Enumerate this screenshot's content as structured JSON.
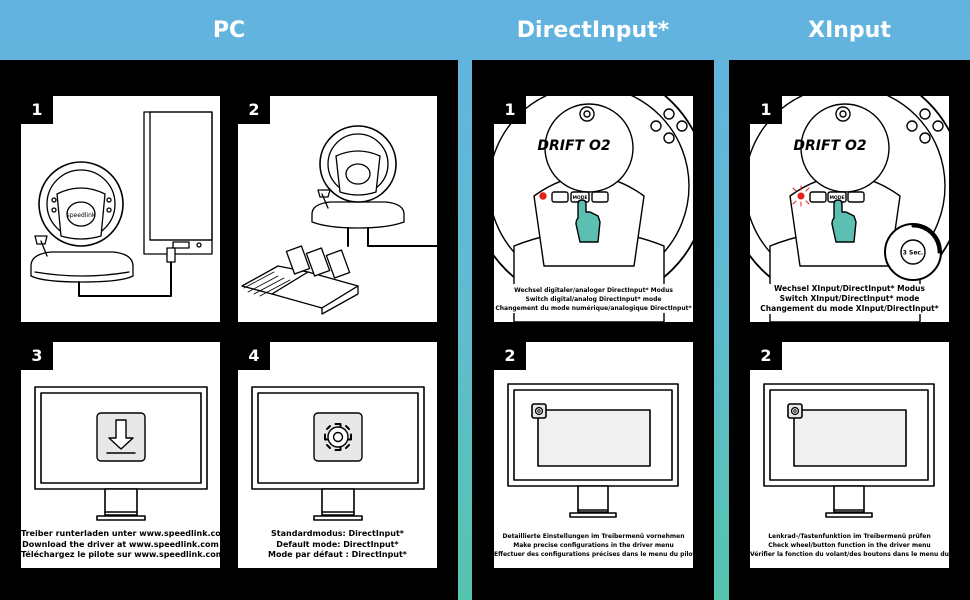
{
  "headers": {
    "pc": "PC",
    "directinput": "DirectInput*",
    "xinput": "XInput"
  },
  "pc": {
    "steps": [
      {
        "number": "1"
      },
      {
        "number": "2"
      },
      {
        "number": "3",
        "lines": [
          "Treiber runterladen unter www.speedlink.com",
          "Download the driver at www.speedlink.com",
          "Téléchargez le pilote sur www.speedlink.com"
        ]
      },
      {
        "number": "4",
        "lines": [
          "Standardmodus: DirectInput*",
          "Default mode: DirectInput*",
          "Mode par défaut : DirectInput*"
        ]
      }
    ]
  },
  "directinput": {
    "steps": [
      {
        "number": "1",
        "lines": [
          "Wechsel digitaler/analoger DirectInput* Modus",
          "Switch digital/analog DirectInput* mode",
          "Changement du mode numérique/analogique DirectInput*"
        ]
      },
      {
        "number": "2",
        "lines": [
          "Detaillierte Einstellungen im Treibermenü vornehmen",
          "Make precise configurations in the driver menu",
          "Effectuer des configurations précises dans le menu du pilote"
        ]
      }
    ]
  },
  "xinput": {
    "steps": [
      {
        "number": "1",
        "lines": [
          "Wechsel XInput/DirectInput* Modus",
          "Switch XInput/DirectInput* mode",
          "Changement du mode XInput/DirectInput*"
        ]
      },
      {
        "number": "2",
        "lines": [
          "Lenkrad-/Tastenfunktion im Treibermenü prüfen",
          "Check wheel/button function in the driver menu",
          "Vérifier la fonction du volant/des boutons dans le menu du pilote"
        ]
      }
    ]
  },
  "wheel": {
    "logo": "DRIFT O2",
    "brand": "speedlink",
    "mode_button": "MODE",
    "timer": "3 Sec."
  },
  "icons": {
    "download": "download-icon",
    "settings": "gear-icon"
  },
  "colors": {
    "hand": "#5bbfb2",
    "indicator": "#e2231a",
    "header_text": "#ffffff",
    "panel": "#000000"
  }
}
